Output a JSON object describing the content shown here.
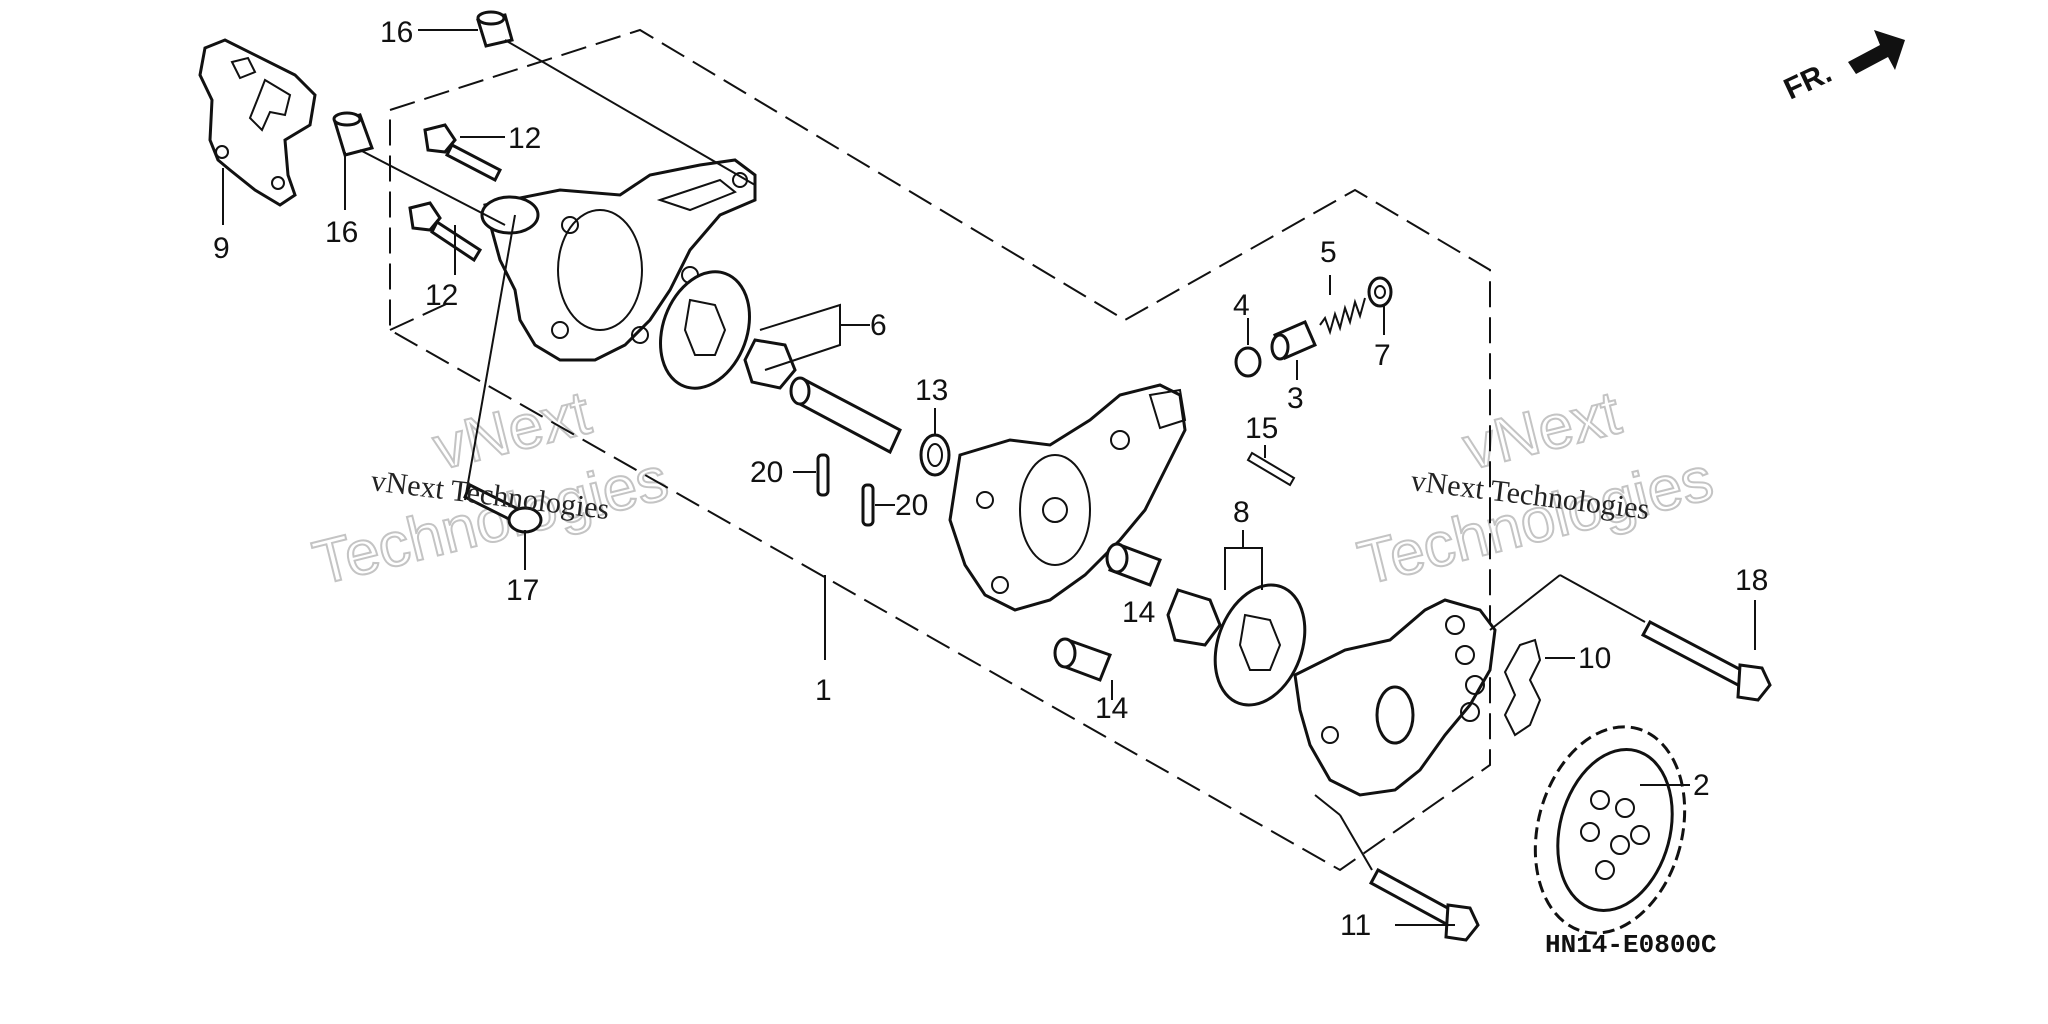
{
  "diagram": {
    "drawing_code": "HN14-E0800C",
    "direction_label": "FR.",
    "watermarks": {
      "small": "vNext Technologies",
      "big_line1": "vNext",
      "big_line2": "Technologies"
    },
    "callouts": {
      "c16a": "16",
      "c16b": "16",
      "c12a": "12",
      "c12b": "12",
      "c9": "9",
      "c6": "6",
      "c13": "13",
      "c20a": "20",
      "c20b": "20",
      "c17": "17",
      "c1": "1",
      "c4": "4",
      "c5": "5",
      "c3": "3",
      "c7": "7",
      "c15": "15",
      "c8": "8",
      "c14a": "14",
      "c14b": "14",
      "c18": "18",
      "c10": "10",
      "c2": "2",
      "c11": "11"
    }
  }
}
